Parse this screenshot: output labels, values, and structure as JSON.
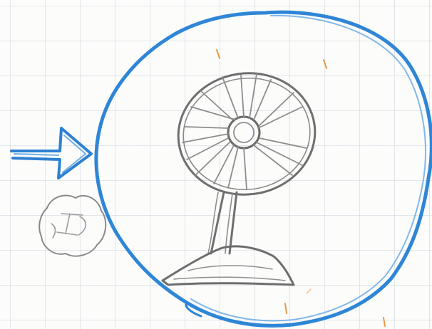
{
  "drawing": {
    "description_items": [
      "blue-arrow",
      "blue-circle",
      "electric-fan",
      "small-crumpled-shape"
    ],
    "colors": {
      "paper": "#fcfcfb",
      "grid": "#cdd4de",
      "blue_pencil": "#2b7fd0",
      "graphite": "#6f6f6f",
      "orange_marks": "#e89a4a"
    }
  }
}
